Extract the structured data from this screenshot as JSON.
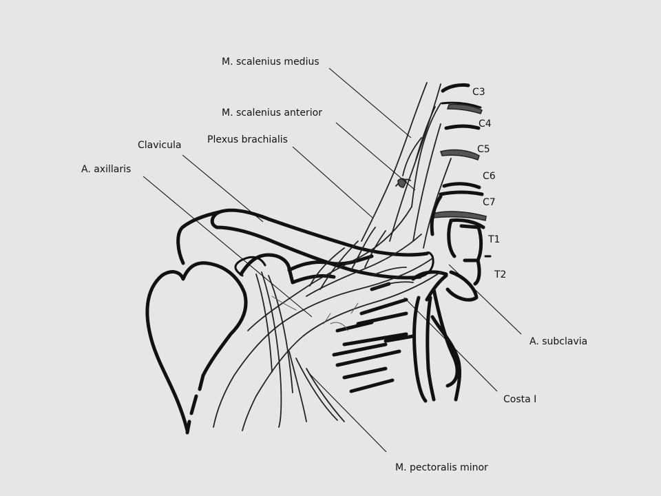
{
  "labels": {
    "scalenius_medius": "M. scalenius medius",
    "scalenius_anterior": "M. scalenius anterior",
    "plexus_brachialis": "Plexus brachialis",
    "clavicula": "Clavicula",
    "axillaris": "A. axillaris",
    "subclavia": "A. subclavia",
    "costa": "Costa I",
    "pectoralis": "M. pectoralis minor"
  },
  "vertebrae": [
    "C3",
    "C4",
    "C5",
    "C6",
    "C7",
    "T1",
    "T2"
  ]
}
